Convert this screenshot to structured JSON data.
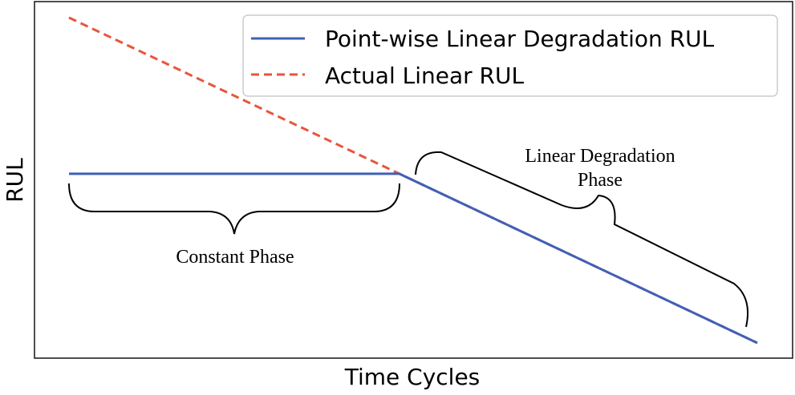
{
  "chart_data": {
    "type": "line",
    "title": "",
    "xlabel": "Time Cycles",
    "ylabel": "RUL",
    "xlim": [
      0,
      100
    ],
    "ylim": [
      0,
      100
    ],
    "grid": false,
    "legend_position": "top-right",
    "series": [
      {
        "name": "Point-wise Linear Degradation RUL",
        "style": "solid",
        "color": "#4060b8",
        "x": [
          0,
          48,
          100
        ],
        "y": [
          52,
          52,
          0
        ]
      },
      {
        "name": "Actual Linear RUL",
        "style": "dashed",
        "color": "#e8553c",
        "x": [
          0,
          100
        ],
        "y": [
          100,
          0
        ]
      }
    ],
    "annotations": [
      {
        "id": "constant",
        "lines": [
          "Constant Phase"
        ]
      },
      {
        "id": "linear",
        "lines": [
          "Linear Degradation",
          "Phase"
        ]
      }
    ]
  }
}
